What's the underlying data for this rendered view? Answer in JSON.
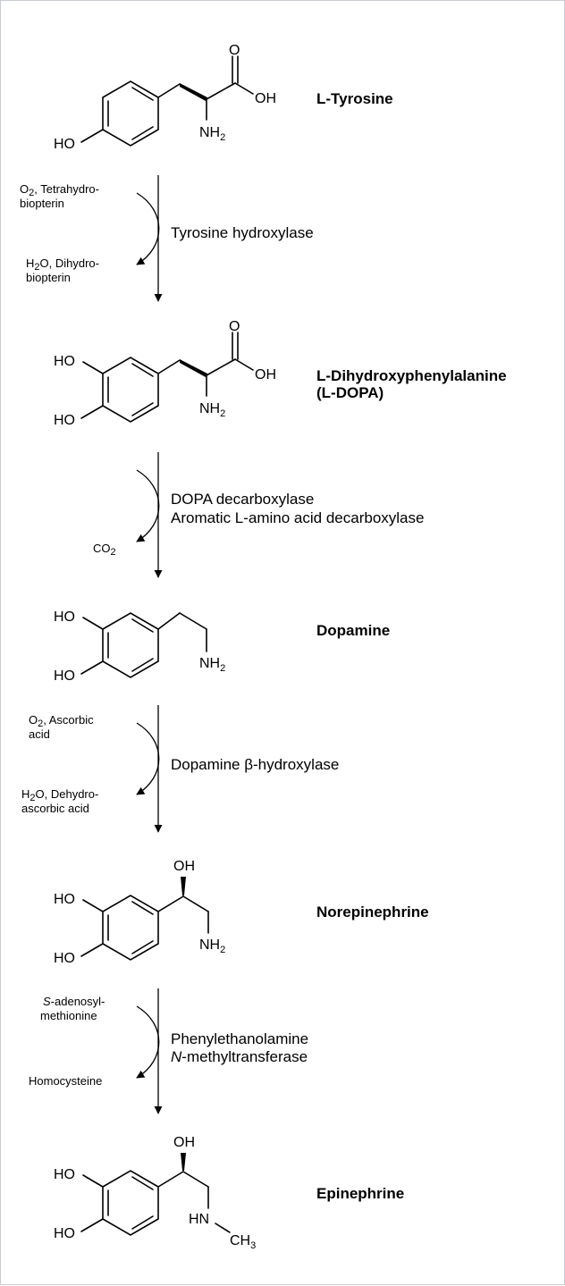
{
  "compounds": [
    {
      "name": "L-Tyrosine"
    },
    {
      "name_line1": "L-Dihydroxyphenylalanine",
      "name_line2": "(L-DOPA)"
    },
    {
      "name": "Dopamine"
    },
    {
      "name": "Norepinephrine"
    },
    {
      "name": "Epinephrine"
    }
  ],
  "atoms": {
    "O": "O",
    "OH": "OH",
    "HO": "HO",
    "NH": "NH",
    "sub2": "2",
    "HN": "HN",
    "CH": "CH",
    "sub3": "3"
  },
  "steps": [
    {
      "enzyme": [
        "Tyrosine hydroxylase"
      ],
      "in_line1_a": "O",
      "in_line1_sub": "2",
      "in_line1_b": ", Tetrahydro-",
      "in_line2": "biopterin",
      "out_line1_a": "H",
      "out_line1_sub": "2",
      "out_line1_b": "O, Dihydro-",
      "out_line2": "biopterin"
    },
    {
      "enzyme": [
        "DOPA decarboxylase",
        "Aromatic L-amino acid decarboxylase"
      ],
      "out_a": "CO",
      "out_sub": "2"
    },
    {
      "enzyme": [
        "Dopamine β-hydroxylase"
      ],
      "in_line1_a": "O",
      "in_line1_sub": "2",
      "in_line1_b": ", Ascorbic",
      "in_line2": "acid",
      "out_line1_a": "H",
      "out_line1_sub": "2",
      "out_line1_b": "O, Dehydro-",
      "out_line2": "ascorbic acid"
    },
    {
      "enzyme_line1": "Phenylethanolamine",
      "enzyme_line2_italic": "N",
      "enzyme_line2_rest": "-methyltransferase",
      "in_line1_italic": "S",
      "in_line1_rest": "-adenosyl-",
      "in_line2": "methionine",
      "out": "Homocysteine"
    }
  ],
  "colors": {
    "line": "#000000",
    "frame": "#c8ccd1",
    "background": "#ffffff"
  }
}
